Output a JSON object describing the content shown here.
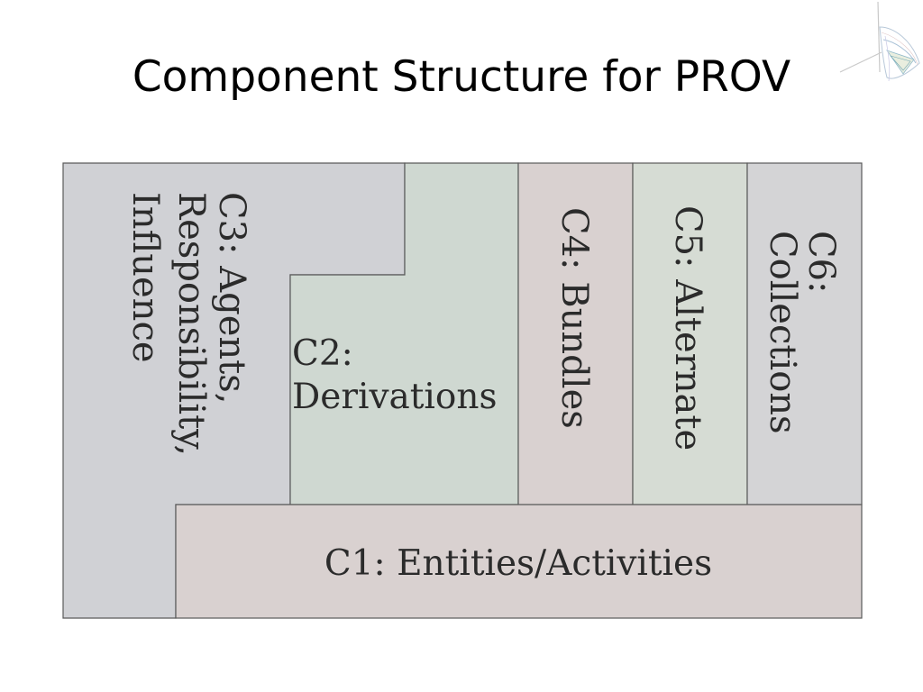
{
  "slide": {
    "title": "Component Structure for PROV"
  },
  "diagram": {
    "components": [
      {
        "id": "c1",
        "lines": [
          "C1: Entities/Activities"
        ],
        "fill": "#d9d1d0"
      },
      {
        "id": "c2",
        "lines": [
          "C2:",
          "Derivations"
        ],
        "fill": "#cfd8d1"
      },
      {
        "id": "c3",
        "lines": [
          "C3: Agents,",
          "Responsibility,",
          "Influence"
        ],
        "fill": "#d0d1d5"
      },
      {
        "id": "c4",
        "lines": [
          "C4:  Bundles"
        ],
        "fill": "#d9d1d0"
      },
      {
        "id": "c5",
        "lines": [
          "C5: Alternate"
        ],
        "fill": "#d6dcd4"
      },
      {
        "id": "c6",
        "lines": [
          "C6:",
          "Collections"
        ],
        "fill": "#d4d4d6"
      }
    ],
    "border_color": "#5a5a5a"
  }
}
